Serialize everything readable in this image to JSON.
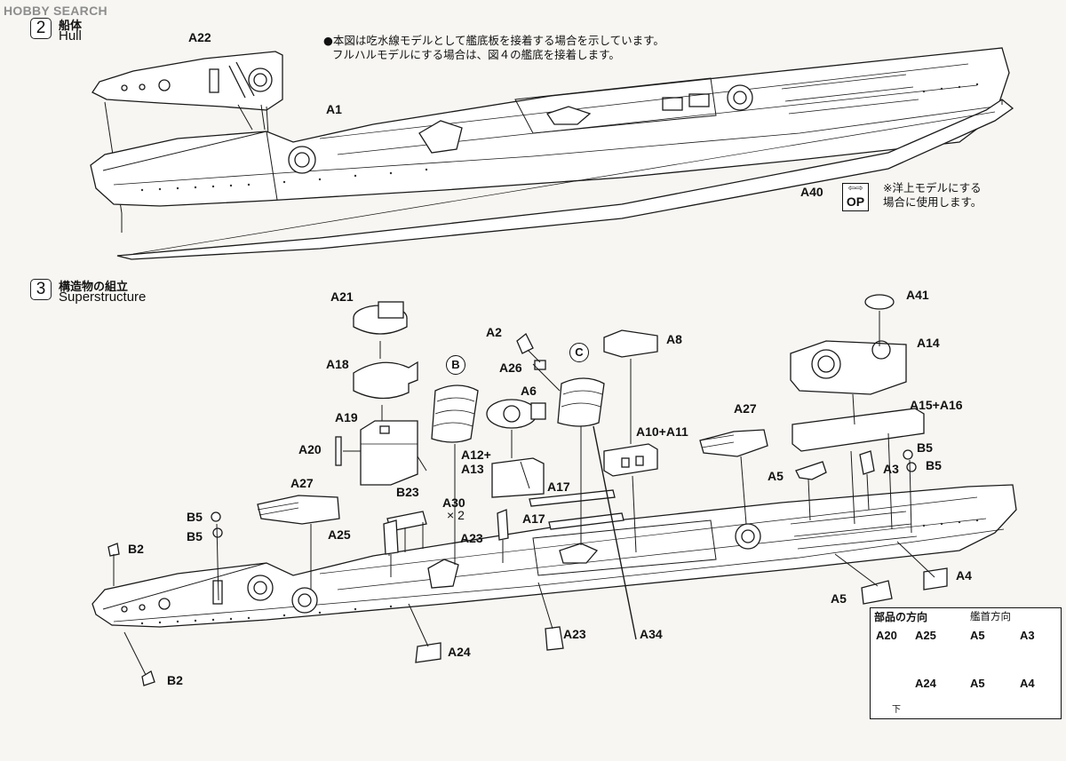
{
  "watermark": "HOBBY SEARCH",
  "step2": {
    "number": "2",
    "title_jp": "船体",
    "title_en": "Hull"
  },
  "step2_notes": {
    "main_line1": "●本図は吃水線モデルとして艦底板を接着する場合を示しています。",
    "main_line2": "フルハルモデルにする場合は、図４の艦底を接着します。",
    "op_line1": "※洋上モデルにする",
    "op_line2": "場合に使用します。"
  },
  "op_badge": {
    "symbol": "⇦⇨",
    "text": "OP"
  },
  "step3": {
    "number": "3",
    "title_jp": "構造物の組立",
    "title_en": "Superstructure"
  },
  "parts": {
    "a22": "A22",
    "a1": "A1",
    "a40": "A40",
    "a21": "A21",
    "a18": "A18",
    "a19": "A19",
    "a20": "A20",
    "a27_left": "A27",
    "a27_right": "A27",
    "b23": "B23",
    "a30": "A30",
    "x2": "× 2",
    "b5_l1": "B5",
    "b5_l2": "B5",
    "b5_r1": "B5",
    "b5_r2": "B5",
    "b2_top": "B2",
    "b2_bottom": "B2",
    "a25": "A25",
    "a24": "A24",
    "a2": "A2",
    "a26": "A26",
    "a6": "A6",
    "a12": "A12+",
    "a13": "A13",
    "a17_1": "A17",
    "a17_2": "A17",
    "a23_top": "A23",
    "a23_bottom": "A23",
    "a34": "A34",
    "a8": "A8",
    "a10": "A10+A11",
    "a41": "A41",
    "a14": "A14",
    "a15": "A15+A16",
    "a5_top": "A5",
    "a3": "A3",
    "a5_bottom": "A5",
    "a4": "A4",
    "circle_b": "B",
    "circle_c": "C"
  },
  "legend": {
    "title": "部品の方向",
    "direction": "艦首方向",
    "down": "下",
    "row1": [
      "A20",
      "A25",
      "A5",
      "A3"
    ],
    "row2": [
      "A24",
      "A5",
      "A4"
    ]
  }
}
